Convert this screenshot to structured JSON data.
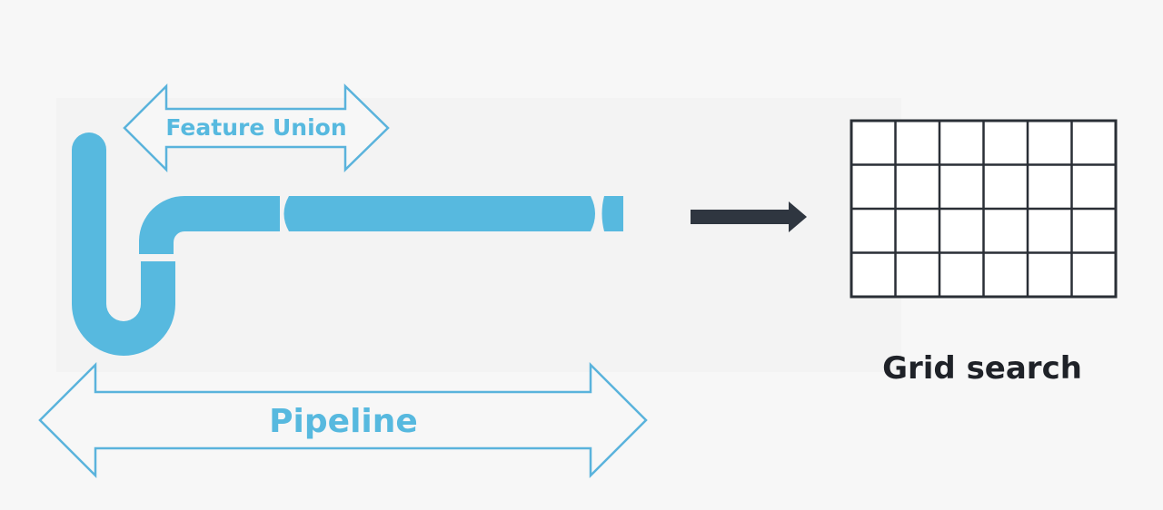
{
  "labels": {
    "feature_union": "Feature Union",
    "pipeline": "Pipeline",
    "grid_search": "Grid search"
  },
  "colors": {
    "background": "#f7f7f7",
    "pipe_blue": "#57b9df",
    "arrow_outline": "#5ab3dc",
    "grid_line": "#2a2f36",
    "dark_arrow": "#2f3640",
    "grid_label": "#1f2228"
  },
  "grid": {
    "rows": 4,
    "columns": 6
  }
}
